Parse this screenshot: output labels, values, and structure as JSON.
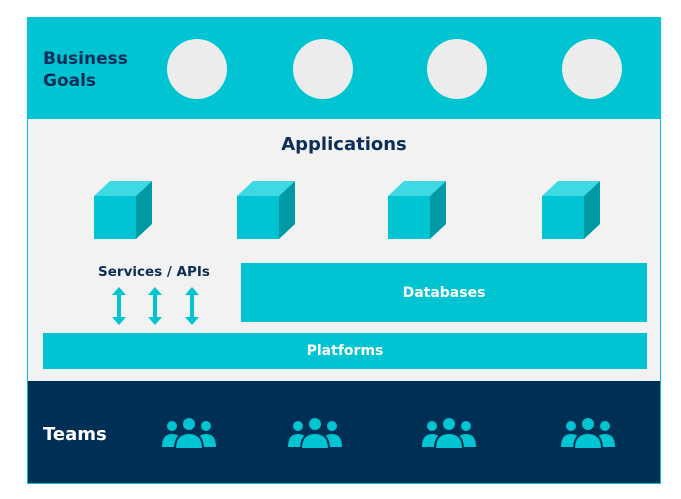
{
  "business_goals": {
    "title_line1": "Business",
    "title_line2": "Goals",
    "goal_count": 4
  },
  "applications": {
    "title": "Applications",
    "app_count": 4
  },
  "services": {
    "title": "Services / APIs",
    "arrow_count": 3
  },
  "databases": {
    "label": "Databases"
  },
  "platforms": {
    "label": "Platforms"
  },
  "teams": {
    "title": "Teams",
    "team_count": 4
  },
  "colors": {
    "accent": "#00c4d2",
    "navy": "#002f55",
    "title_text": "#0c2d57",
    "light_band": "#f2f2f2",
    "circle": "#ececec",
    "cube_front": "#00c4d2",
    "cube_top": "#3fd9e3",
    "cube_side": "#009aa6"
  },
  "icons": {
    "goal": "circle-icon",
    "application": "cube-icon",
    "service": "double-arrow-icon",
    "team": "people-group-icon"
  }
}
